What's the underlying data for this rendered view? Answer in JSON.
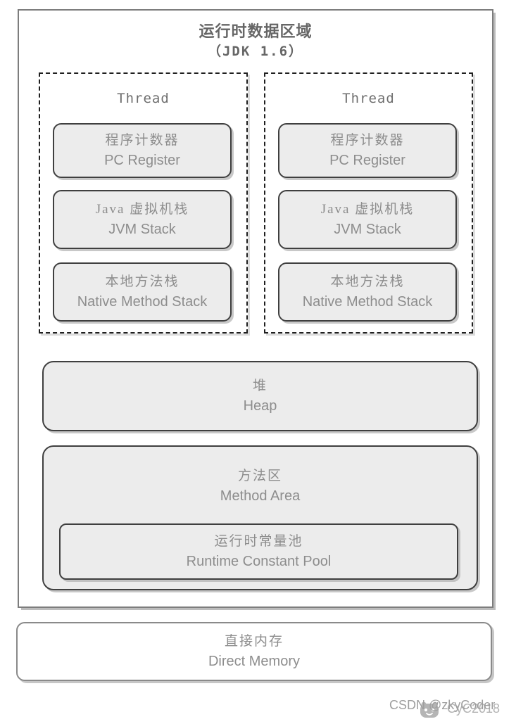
{
  "colors": {
    "box_fill": "#ececec",
    "box_border": "#3f3f3f",
    "outer_border": "#7d7d7d",
    "dashed_border": "#1f1f1f",
    "direct_border": "#8a8a8a",
    "text_gray": "#8d8d8d",
    "title_gray": "#666666",
    "shadow_gray": "#c8c8c8",
    "watermark_gray": "#9e9e9e"
  },
  "title": {
    "line1": "运行时数据区域",
    "line2": "（JDK 1.6）"
  },
  "threads": [
    {
      "label": "Thread",
      "boxes": [
        {
          "zh": "程序计数器",
          "en": "PC Register"
        },
        {
          "zh": "Java 虚拟机栈",
          "en": "JVM Stack"
        },
        {
          "zh": "本地方法栈",
          "en": "Native Method Stack"
        }
      ]
    },
    {
      "label": "Thread",
      "boxes": [
        {
          "zh": "程序计数器",
          "en": "PC Register"
        },
        {
          "zh": "Java 虚拟机栈",
          "en": "JVM Stack"
        },
        {
          "zh": "本地方法栈",
          "en": "Native Method Stack"
        }
      ]
    }
  ],
  "heap": {
    "zh": "堆",
    "en": "Heap"
  },
  "method_area": {
    "zh": "方法区",
    "en": "Method Area",
    "pool": {
      "zh": "运行时常量池",
      "en": "Runtime Constant Pool"
    }
  },
  "direct_memory": {
    "zh": "直接内存",
    "en": "Direct Memory"
  },
  "watermark": {
    "primary": "CSDN @zkyCoder",
    "secondary": "CyC2018",
    "icon": "csdn-mascot-icon"
  }
}
